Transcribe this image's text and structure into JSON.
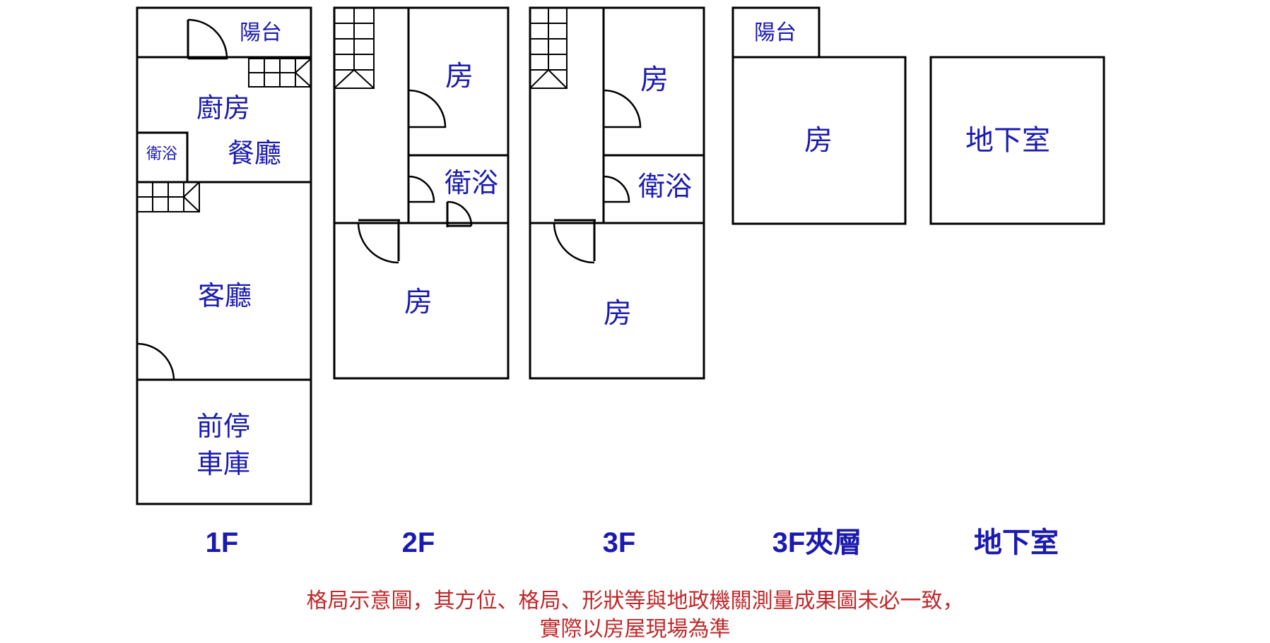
{
  "floors": {
    "f1": {
      "label": "1F",
      "rooms": {
        "balcony": "陽台",
        "kitchen": "廚房",
        "dining": "餐廳",
        "bath": "衛浴",
        "living": "客廳",
        "garage_line1": "前停",
        "garage_line2": "車庫"
      }
    },
    "f2": {
      "label": "2F",
      "rooms": {
        "room_top": "房",
        "bath": "衛浴",
        "room_bottom": "房"
      }
    },
    "f3": {
      "label": "3F",
      "rooms": {
        "room_top": "房",
        "bath": "衛浴",
        "room_bottom": "房"
      }
    },
    "mezz": {
      "label": "3F夾層",
      "rooms": {
        "balcony": "陽台",
        "room": "房"
      }
    },
    "basement": {
      "label": "地下室",
      "rooms": {
        "main": "地下室"
      }
    }
  },
  "disclaimer": {
    "line1": "格局示意圖，其方位、格局、形狀等與地政機關測量成果圖未必一致，",
    "line2": "實際以房屋現場為準"
  },
  "colors": {
    "label": "#1a1ab0",
    "disclaimer": "#c0292b",
    "wall": "#000000"
  }
}
